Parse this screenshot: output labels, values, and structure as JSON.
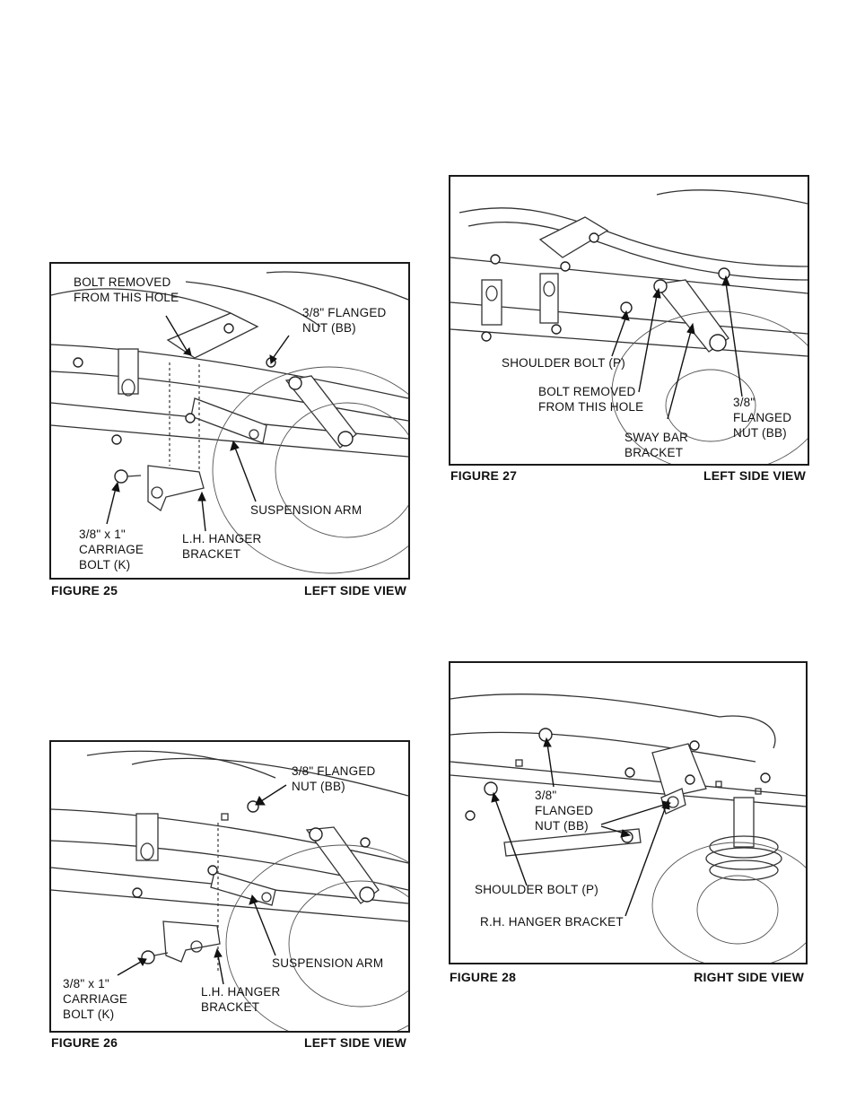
{
  "figures": [
    {
      "id": "fig25",
      "caption": "FIGURE 25",
      "view": "LEFT SIDE VIEW",
      "labels": [
        "BOLT REMOVED\nFROM THIS HOLE",
        "3/8\" FLANGED\nNUT (BB)",
        "SUSPENSION ARM",
        "3/8\" x 1\"\nCARRIAGE\nBOLT (K)",
        "L.H. HANGER\nBRACKET"
      ]
    },
    {
      "id": "fig26",
      "caption": "FIGURE 26",
      "view": "LEFT SIDE VIEW",
      "labels": [
        "3/8\" FLANGED\nNUT (BB)",
        "SUSPENSION ARM",
        "3/8\" x 1\"\nCARRIAGE\nBOLT (K)",
        "L.H. HANGER\nBRACKET"
      ]
    },
    {
      "id": "fig27",
      "caption": "FIGURE 27",
      "view": "LEFT SIDE VIEW",
      "labels": [
        "SHOULDER BOLT (P)",
        "BOLT REMOVED\nFROM THIS HOLE",
        "SWAY BAR\nBRACKET",
        "3/8\"\nFLANGED\nNUT (BB)"
      ]
    },
    {
      "id": "fig28",
      "caption": "FIGURE 28",
      "view": "RIGHT SIDE VIEW",
      "labels": [
        "3/8\"\nFLANGED\nNUT (BB)",
        "SHOULDER BOLT (P)",
        "R.H. HANGER BRACKET"
      ]
    }
  ]
}
